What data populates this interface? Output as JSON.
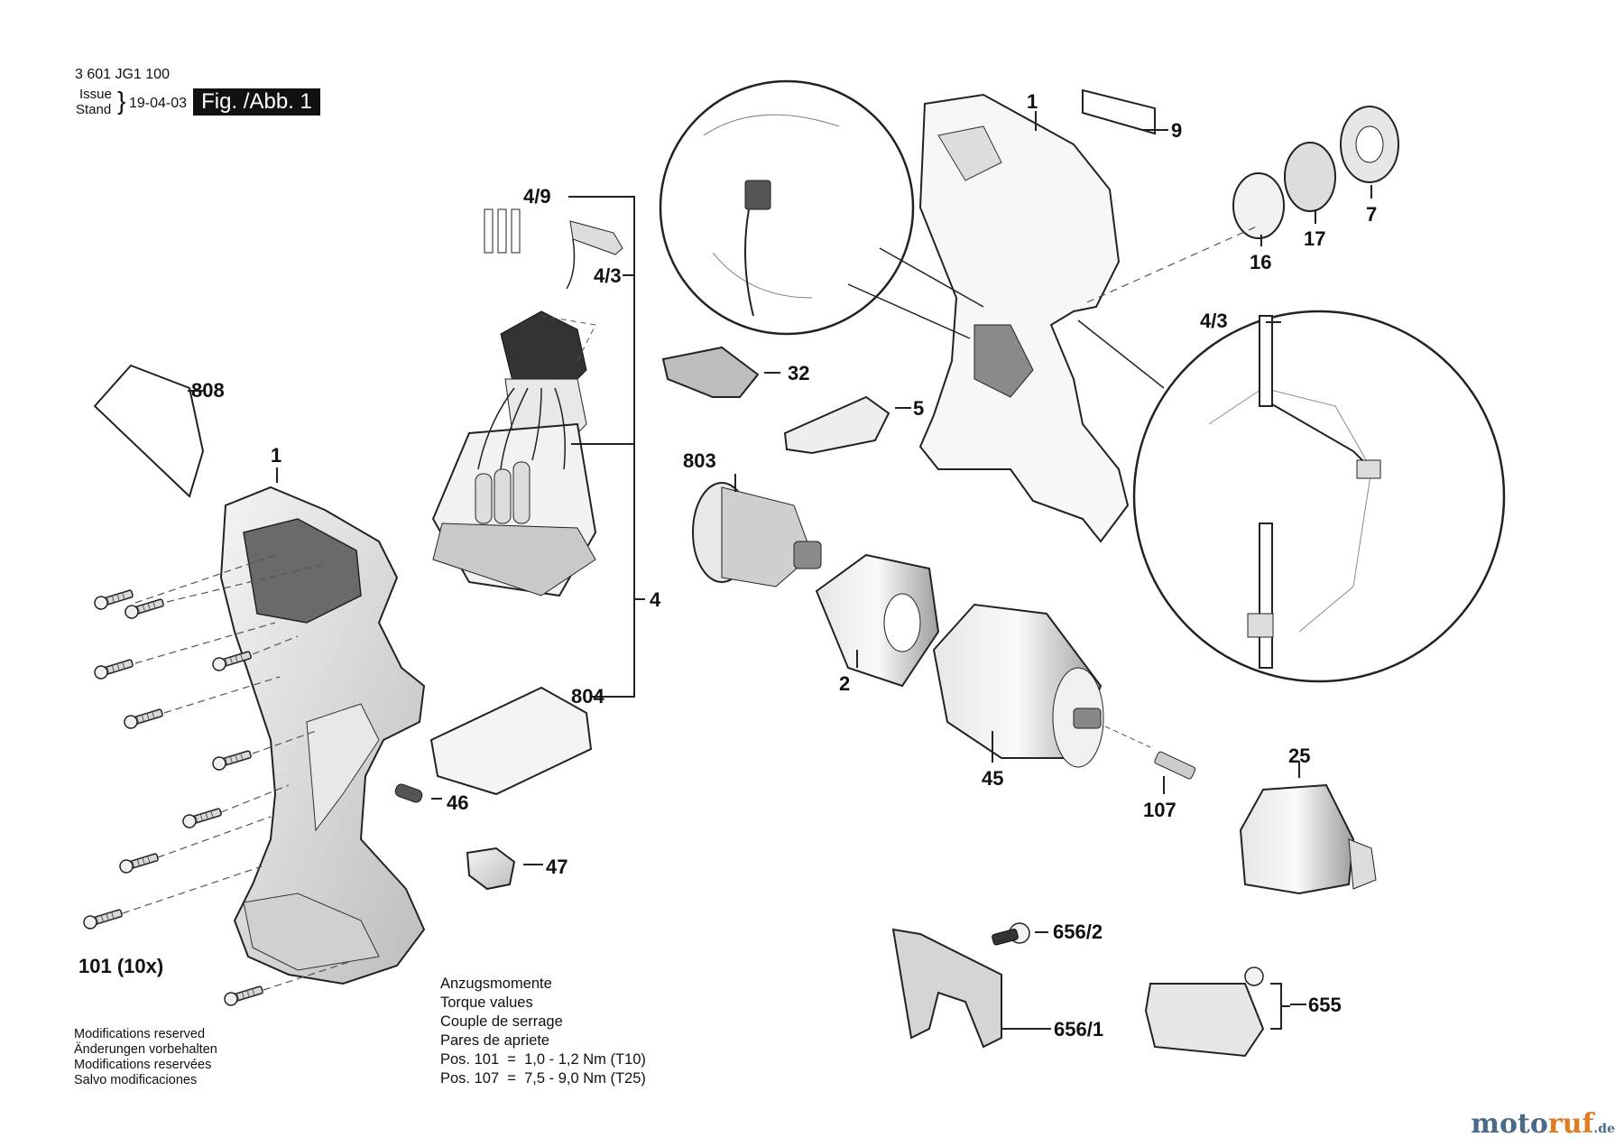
{
  "header": {
    "part_number": "3 601 JG1 100",
    "issue": "Issue",
    "stand": "Stand",
    "date": "19-04-03",
    "figure": "Fig. /Abb. 1"
  },
  "labels": {
    "l1_left": "1",
    "l1_right": "1",
    "l2": "2",
    "l4": "4",
    "l4_3_top": "4/3",
    "l4_3_detail": "4/3",
    "l4_9": "4/9",
    "l5": "5",
    "l7": "7",
    "l9": "9",
    "l16": "16",
    "l17": "17",
    "l25": "25",
    "l32": "32",
    "l45": "45",
    "l46": "46",
    "l47": "47",
    "l101": "101 (10x)",
    "l107": "107",
    "l655": "655",
    "l656_1": "656/1",
    "l656_2": "656/2",
    "l803": "803",
    "l804": "804",
    "l808": "808"
  },
  "notes": [
    "Modifications reserved",
    "Änderungen vorbehalten",
    "Modifications reservées",
    "Salvo modificaciones"
  ],
  "torque": {
    "lines": [
      "Anzugsmomente",
      "Torque values",
      "Couple de serrage",
      "Pares de apriete"
    ],
    "pos101": "Pos. 101  =  1,0 - 1,2 Nm (T10)",
    "pos107": "Pos. 107  =  7,5 - 9,0 Nm (T25)"
  },
  "watermark": {
    "part1": "moto",
    "part2": "ruf",
    "suffix": ".de"
  }
}
